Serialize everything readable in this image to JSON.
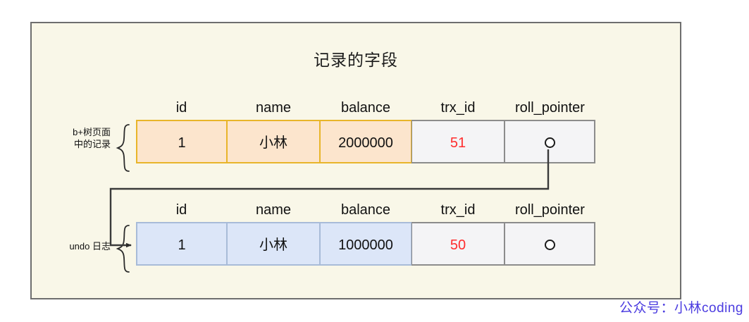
{
  "diagram": {
    "title": "记录的字段",
    "watermark": "公众号：小林coding",
    "colors": {
      "canvas_background": "#f9f7e8",
      "frame_border": "#6e6e6e",
      "page_record_fill": "#fce5cd",
      "page_record_border": "#e8b52a",
      "undo_record_fill": "#dce6f8",
      "undo_record_border": "#a8bbd8",
      "system_column_fill": "#f4f4f6",
      "system_column_border": "#8c8c8c",
      "trx_id_text": "#ff2d2d",
      "connector": "#3a3a3a",
      "watermark_text": "#4b3ce0"
    },
    "columns": [
      "id",
      "name",
      "balance",
      "trx_id",
      "roll_pointer"
    ],
    "records": [
      {
        "label_lines": [
          "b+树页面",
          "中的记录"
        ],
        "label_name": "b-plus-tree-page-record",
        "values": {
          "id": "1",
          "name": "小林",
          "balance": "2000000",
          "trx_id": "51",
          "roll_pointer": "pointer-circle"
        }
      },
      {
        "label_lines": [
          "undo 日志"
        ],
        "label_name": "undo-log-record",
        "values": {
          "id": "1",
          "name": "小林",
          "balance": "1000000",
          "trx_id": "50",
          "roll_pointer": "pointer-circle"
        }
      }
    ],
    "connector": {
      "name": "roll-pointer-to-undo-log-arrow",
      "from": "roll_pointer of b+树页面中的记录",
      "to": "undo 日志 record"
    }
  }
}
